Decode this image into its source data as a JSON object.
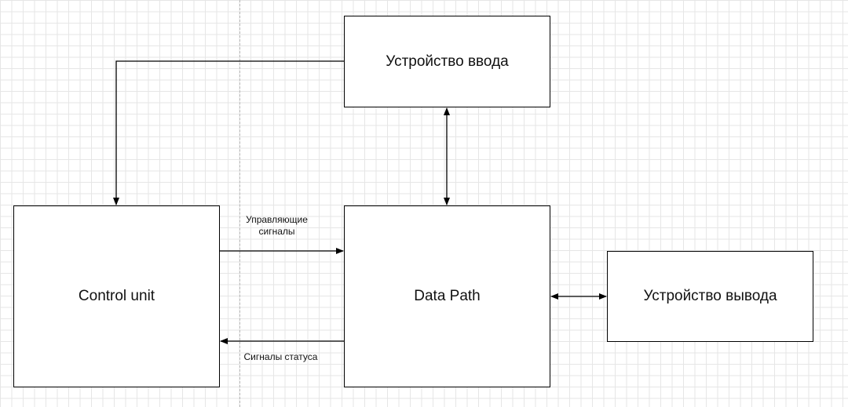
{
  "blocks": {
    "input_device": "Устройство ввода",
    "control_unit": "Control unit",
    "data_path": "Data Path",
    "output_device": "Устройство вывода"
  },
  "edge_labels": {
    "control_signals_line1": "Управляющие",
    "control_signals_line2": "сигналы",
    "status_signals": "Сигналы статуса"
  },
  "colors": {
    "line": "#000000",
    "grid": "#e6e6e6",
    "guide": "#b8b8b8"
  }
}
